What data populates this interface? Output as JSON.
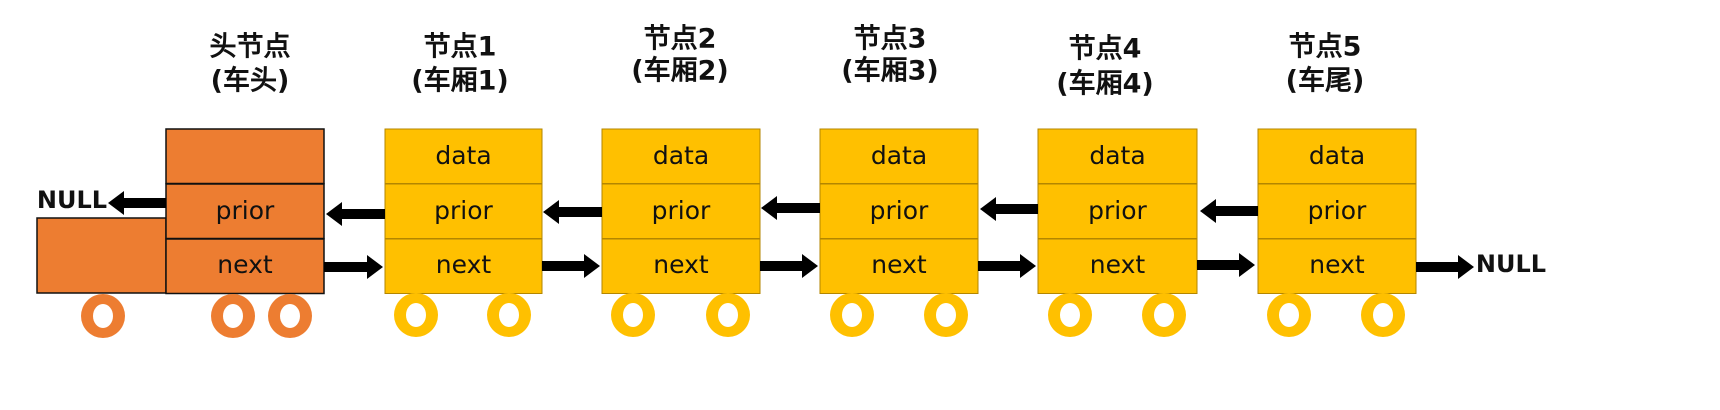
{
  "nodes": [
    {
      "title": "头节点",
      "subtitle": "(车头)",
      "fields": [
        "",
        "prior",
        "next"
      ]
    },
    {
      "title": "节点1",
      "subtitle": "(车厢1)",
      "fields": [
        "data",
        "prior",
        "next"
      ]
    },
    {
      "title": "节点2",
      "subtitle": "(车厢2)",
      "fields": [
        "data",
        "prior",
        "next"
      ]
    },
    {
      "title": "节点3",
      "subtitle": "(车厢3)",
      "fields": [
        "data",
        "prior",
        "next"
      ]
    },
    {
      "title": "节点4",
      "subtitle": "(车厢4)",
      "fields": [
        "data",
        "prior",
        "next"
      ]
    },
    {
      "title": "节点5",
      "subtitle": "(车尾)",
      "fields": [
        "data",
        "prior",
        "next"
      ]
    }
  ],
  "null_left": "NULL",
  "null_right": "NULL",
  "colors": {
    "head_fill": "#ED7D31",
    "car_fill": "#FFC000",
    "outline": "#111111",
    "arrow": "#000000"
  }
}
